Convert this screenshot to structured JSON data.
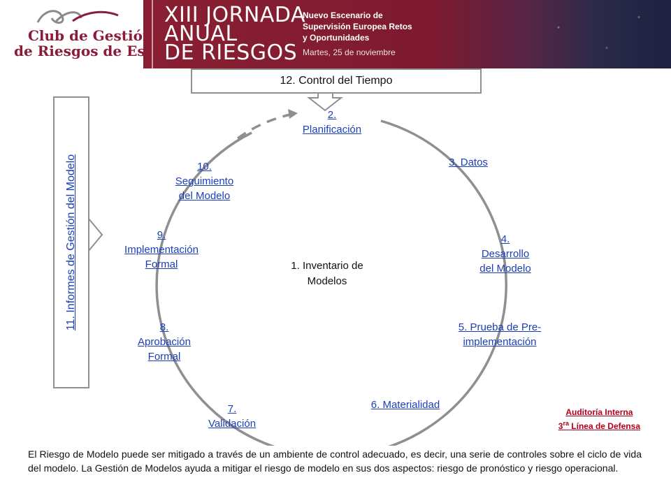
{
  "header": {
    "logo_line1": "Club de Gestión",
    "logo_line2": "de Riesgos de España",
    "event_title_1": "XIII JORNADA",
    "event_title_2": "ANUAL",
    "event_title_3": "DE RIESGOS",
    "event_sub_1": "Nuevo Escenario de",
    "event_sub_2": "Supervisión Europea Retos",
    "event_sub_3": "y Oportunidades",
    "event_date": "Martes, 25 de noviembre"
  },
  "diagram": {
    "control_box": "12. Control del Tiempo",
    "side_box": "11. Informes de Gestión del Modelo",
    "center": {
      "line1": "1. Inventario de",
      "line2": "Modelos"
    },
    "nodes": {
      "planificacion": {
        "l1": "2.",
        "l2": "Planificación"
      },
      "datos": {
        "l1": "3. Datos"
      },
      "desarrollo": {
        "l1": "4.",
        "l2": "Desarrollo",
        "l3": "del Modelo"
      },
      "prueba": {
        "l1": "5. Prueba de Pre-",
        "l2": "implementación"
      },
      "materialidad": {
        "l1": "6. Materialidad"
      },
      "validacion": {
        "l1": "7.",
        "l2": "Validación"
      },
      "aprobacion": {
        "l1": "8.",
        "l2": "Aprobación",
        "l3": "Formal"
      },
      "implementacion": {
        "l1": "9.",
        "l2": "Implementación",
        "l3": "Formal"
      },
      "seguimiento": {
        "l1": "10.",
        "l2": "Seguimiento",
        "l3": "del Modelo"
      }
    },
    "audit": {
      "line1": "Auditoría Interna",
      "line2_prefix": "3",
      "line2_sup": "ra",
      "line2_suffix": " Línea de Defensa"
    }
  },
  "footer": {
    "text": "El Riesgo de Modelo puede ser mitigado a través de un ambiente de control adecuado, es decir, una serie de controles sobre el ciclo de vida del modelo. La Gestión de Modelos ayuda a mitigar el riesgo de modelo en sus dos aspectos: riesgo de pronóstico y riesgo operacional."
  },
  "colors": {
    "brand": "#8a1c3a",
    "link": "#1a3fb8",
    "circle": "#8f8f8f",
    "audit": "#b3001b"
  }
}
